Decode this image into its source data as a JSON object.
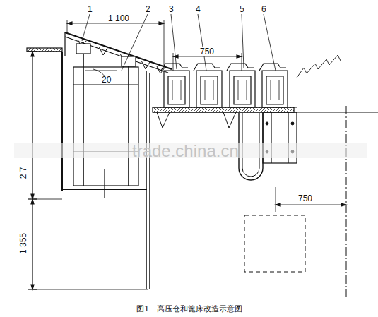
{
  "diagram": {
    "caption": "图1　高压仓和篦床改造示意图",
    "labels": [
      "1",
      "2",
      "3",
      "4",
      "5",
      "6",
      "1 100",
      "750",
      "20",
      "2 7",
      "1 355",
      "750",
      "trade.china.cn"
    ]
  }
}
